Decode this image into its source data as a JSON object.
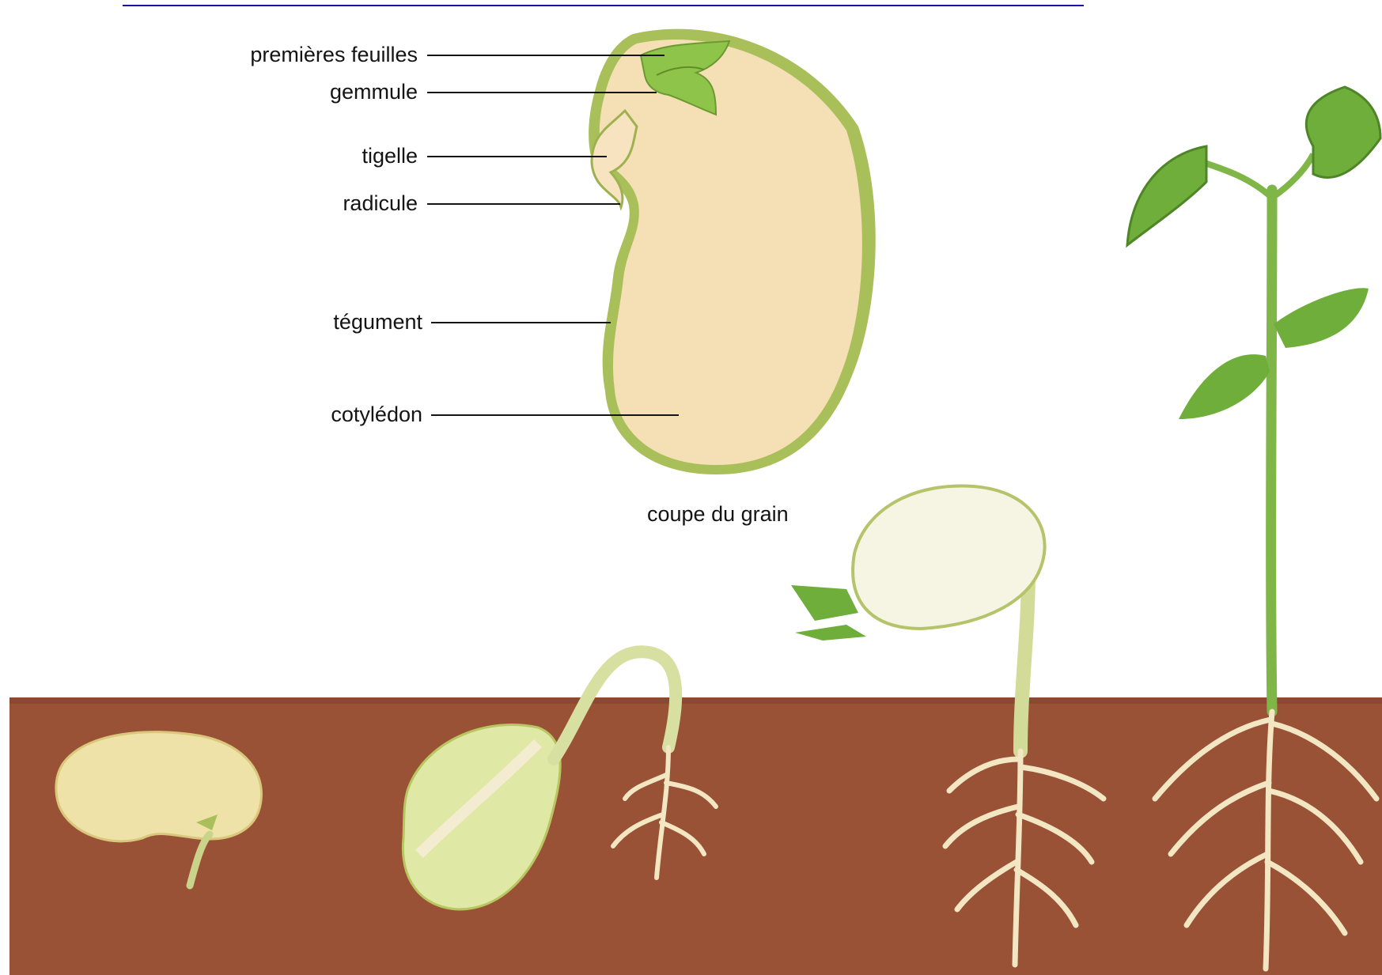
{
  "labels": {
    "premieres_feuilles": "premières feuilles",
    "gemmule": "gemmule",
    "tigelle": "tigelle",
    "radicule": "radicule",
    "tegument": "tégument",
    "cotyledon": "cotylédon"
  },
  "caption": "coupe du grain",
  "colors": {
    "seed_interior": "#f5dfb4",
    "seed_coat": "#a9c05a",
    "leaf_green": "#6fae3a",
    "soil": "#9a5236",
    "root": "#f3e6c2"
  }
}
